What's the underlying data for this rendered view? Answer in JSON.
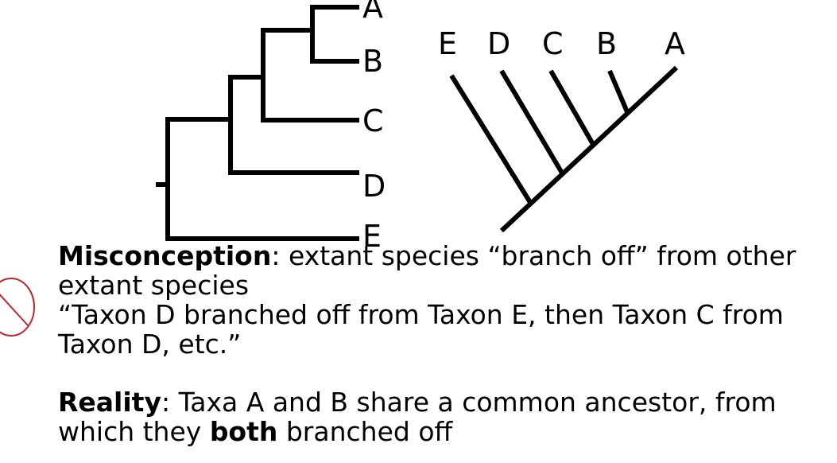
{
  "rect_tree": {
    "taxa": [
      "A",
      "B",
      "C",
      "D",
      "E"
    ]
  },
  "diag_tree": {
    "taxa": [
      "E",
      "D",
      "C",
      "B",
      "A"
    ]
  },
  "colors": {
    "line": "#000000",
    "no_icon": "#c0262d"
  },
  "icon": "prohibited-icon",
  "misconception": {
    "label": "Misconception",
    "text": ": extant species “branch off” from other extant species",
    "quote": "“Taxon D branched off from Taxon E, then Taxon C from Taxon D, etc.”"
  },
  "reality": {
    "label": "Reality",
    "text1": ": Taxa A and B share a common ancestor, from which they ",
    "emph": "both",
    "text2": " branched off"
  }
}
